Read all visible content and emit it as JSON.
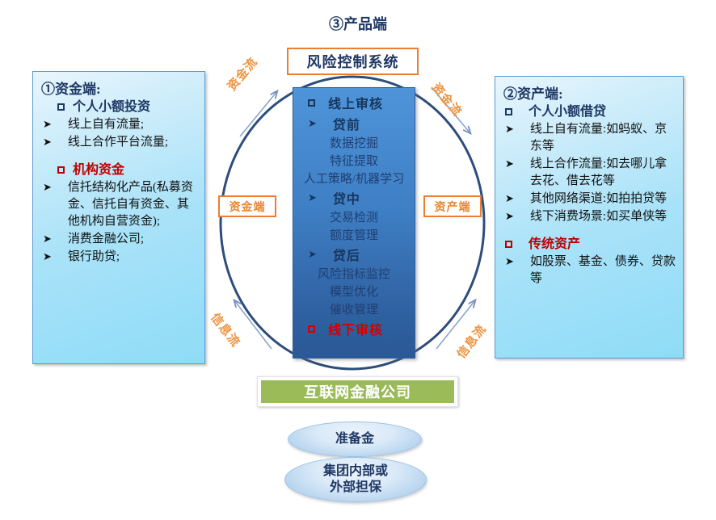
{
  "center_header": "③产品端",
  "risk_control_box": "风险控制系统",
  "side_tabs": {
    "left": "资金端",
    "right": "资产端"
  },
  "flow_labels": {
    "top_left": "资金流",
    "top_right": "资金流",
    "bottom_left": "信息流",
    "bottom_right": "信息流"
  },
  "left_panel": {
    "title": "①资金端:",
    "groups": [
      {
        "heading": "个人小额投资",
        "heading_color": "#1f3864",
        "items": [
          "线上自有流量;",
          "线上合作平台流量;"
        ]
      },
      {
        "heading": "机构资金",
        "heading_color": "#c00000",
        "items": [
          "信托结构化产品(私募资金、信托自有资金、其他机构自营资金);",
          "消费金融公司;",
          "银行助贷;"
        ]
      }
    ]
  },
  "right_panel": {
    "title": "②资产端:",
    "groups": [
      {
        "heading": "个人小额借贷",
        "heading_color": "#1f3864",
        "items": [
          "线上自有流量:如蚂蚁、京东等",
          "线上合作流量:如去哪儿拿去花、借去花等",
          "其他网络渠道:如拍拍贷等",
          "线下消费场景:如买单侠等"
        ]
      },
      {
        "heading": "传统资产",
        "heading_color": "#c00000",
        "items": [
          "如股票、基金、债券、贷款等"
        ]
      }
    ]
  },
  "core_panel": {
    "rows": [
      {
        "type": "square",
        "text": "线上审核",
        "color": "#17365d"
      },
      {
        "type": "arrow",
        "text": "贷前",
        "color": "#17365d"
      },
      {
        "type": "plain",
        "text": "数据挖掘"
      },
      {
        "type": "plain",
        "text": "特征提取"
      },
      {
        "type": "plain",
        "text": "人工策略/机器学习"
      },
      {
        "type": "arrow",
        "text": "贷中",
        "color": "#17365d"
      },
      {
        "type": "plain",
        "text": "交易检测"
      },
      {
        "type": "plain",
        "text": "额度管理"
      },
      {
        "type": "arrow",
        "text": "贷后",
        "color": "#17365d"
      },
      {
        "type": "plain",
        "text": "风险指标监控"
      },
      {
        "type": "plain",
        "text": "模型优化"
      },
      {
        "type": "plain",
        "text": "催收管理"
      },
      {
        "type": "square",
        "text": "线下审核",
        "color": "#d40000"
      }
    ]
  },
  "bottom": {
    "company": "互联网金融公司",
    "oval_reserve": "准备金",
    "oval_guarantee_line1": "集团内部或",
    "oval_guarantee_line2": "外部担保"
  },
  "colors": {
    "accent_orange": "#ed7d31",
    "dark_blue": "#1f3864",
    "red": "#c00000",
    "green": "#9bbb59",
    "panel_blue": "#8fdcf7",
    "ellipse_stroke": "#2e4d7b"
  }
}
